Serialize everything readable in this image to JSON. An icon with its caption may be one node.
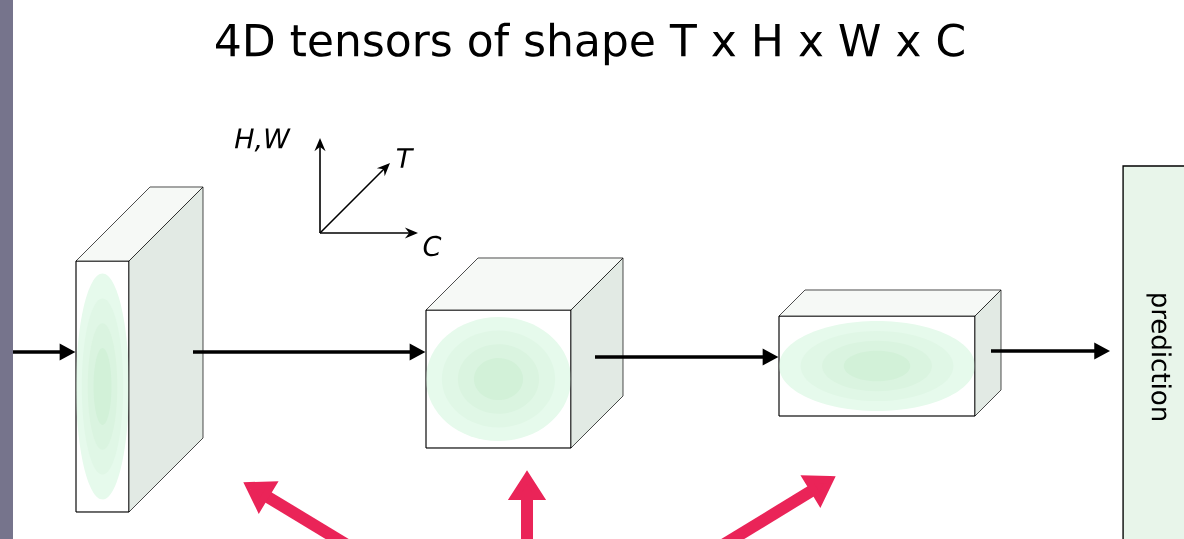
{
  "diagram": {
    "title": "4D tensors of shape T x H x W x C",
    "nodes": [
      {
        "text": [],
        "shape": "cuboid"
      },
      {
        "text": [],
        "shape": "cuboid"
      },
      {
        "text": [],
        "shape": "cuboid"
      },
      {
        "text": [
          "prediction"
        ]
      }
    ],
    "edges": [
      {
        "from": null,
        "to": 0,
        "arrow": "to"
      },
      {
        "from": 0,
        "to": 1,
        "arrow": "to"
      },
      {
        "from": 1,
        "to": 2,
        "arrow": "to"
      },
      {
        "from": 2,
        "to": 3,
        "arrow": "to"
      }
    ],
    "labels": [
      "H,W",
      "T",
      "C"
    ]
  }
}
